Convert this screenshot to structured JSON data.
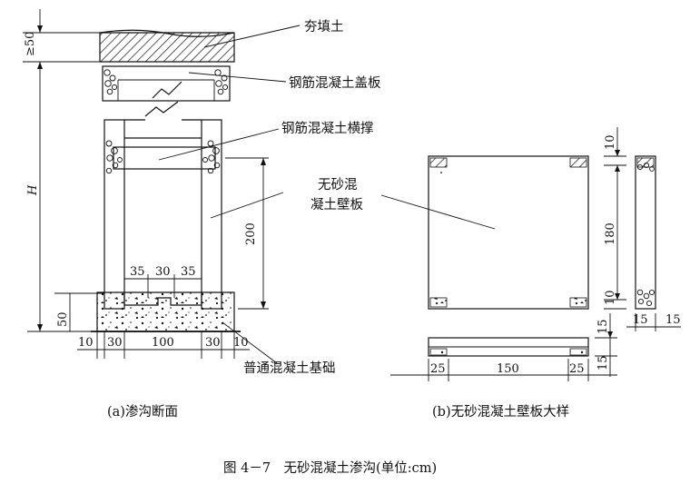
{
  "labels": {
    "backfill": "夯填土",
    "cover_slab": "钢筋混凝土盖板",
    "strut": "钢筋混凝土横撑",
    "wall_panel_line1": "无砂混",
    "wall_panel_line2": "凝土壁板",
    "foundation": "普通混凝土基础"
  },
  "dims_a": {
    "cover": "≥50",
    "height": "H",
    "strut_to_base": "200",
    "base_height": "50",
    "notch_left": "35",
    "notch_mid": "30",
    "notch_right": "35",
    "base_10_left": "10",
    "base_30_left": "30",
    "base_100": "100",
    "base_30_right": "30",
    "base_10_right": "10"
  },
  "dims_b": {
    "top_10": "10",
    "mid_180": "180",
    "bot_10": "10",
    "thick_15_left": "15",
    "thick_15_right": "15",
    "plan_15_top": "15",
    "plan_15_bottom": "15",
    "width_25_left": "25",
    "width_150": "150",
    "width_25_right": "25"
  },
  "captions": {
    "a": "(a)渗沟断面",
    "b": "(b)无砂混凝土壁板大样",
    "figure": "图 4－7　无砂混凝土渗沟(单位:cm)"
  }
}
